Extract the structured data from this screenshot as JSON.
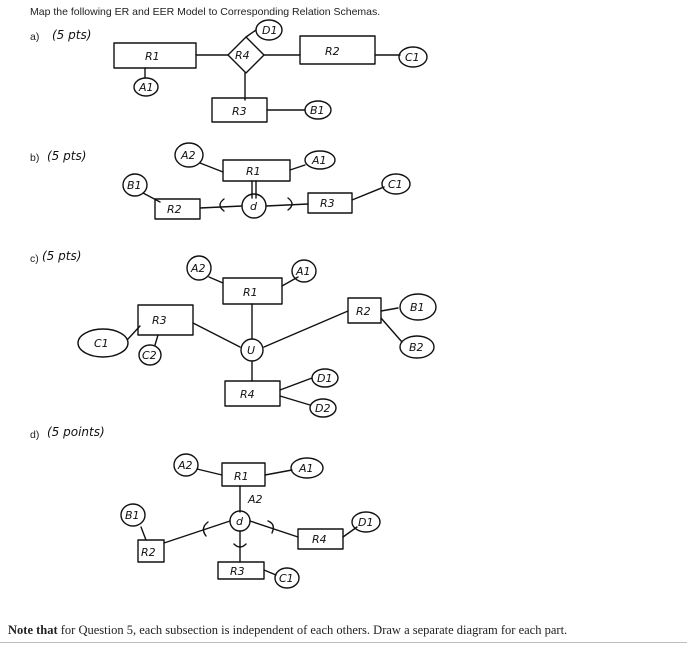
{
  "title": "Map the following ER and EER Model to Corresponding Relation Schemas.",
  "parts": [
    {
      "label": "a)",
      "points": "(5 pts)"
    },
    {
      "label": "b)",
      "points": "(5 pts)"
    },
    {
      "label": "c)",
      "points": "(5 pts)"
    },
    {
      "label": "d)",
      "points": "(5 points)"
    }
  ],
  "diagram_a": {
    "R1": "R1",
    "A1": "A1",
    "R4": "R4",
    "D1": "D1",
    "R2": "R2",
    "C1": "C1",
    "R3": "R3",
    "B1": "B1"
  },
  "diagram_b": {
    "A2": "A2",
    "R1": "R1",
    "A1": "A1",
    "B1": "B1",
    "R2": "R2",
    "circle": "d",
    "R3": "R3",
    "C1": "C1"
  },
  "diagram_c": {
    "A2": "A2",
    "R1": "R1",
    "A1": "A1",
    "R3": "R3",
    "C1": "C1",
    "C2": "C2",
    "U": "U",
    "R4": "R4",
    "D1": "D1",
    "D2": "D2",
    "R2": "R2",
    "B1": "B1",
    "B2": "B2"
  },
  "diagram_d": {
    "A2": "A2",
    "R1": "R1",
    "A1": "A1",
    "A2b": "A2",
    "B1": "B1",
    "d": "d",
    "R2": "R2",
    "R4": "R4",
    "D1": "D1",
    "R3": "R3",
    "C1": "C1"
  },
  "note": {
    "bold": "Note that",
    "text": " for Question 5,  each subsection is independent of each others.  Draw a separate diagram for each part."
  }
}
